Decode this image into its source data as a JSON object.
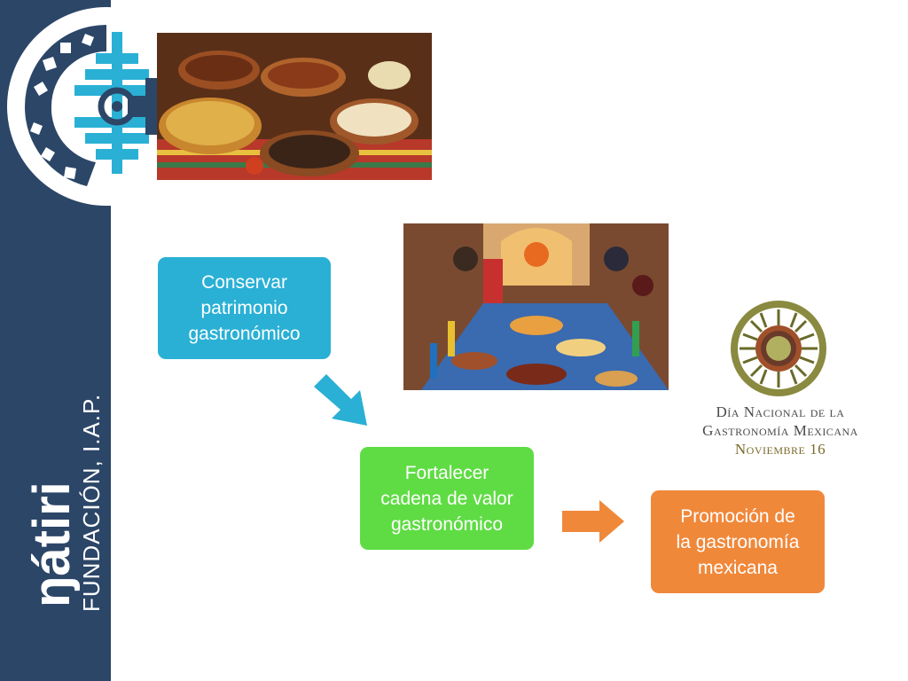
{
  "brand": {
    "name": "ŋátiri",
    "subtitle": "FUNDACIÓN, I.A.P."
  },
  "steps": [
    {
      "label": "Conservar\npatrimonio\ngastronómico",
      "color": "#2ab0d5"
    },
    {
      "label": "Fortalecer\ncadena de valor\ngastronómico",
      "color": "#5fdc44"
    },
    {
      "label": "Promoción de\nla gastronomía\nmexicana",
      "color": "#f0883a"
    }
  ],
  "emblem": {
    "line1": "Día Nacional de la",
    "line2": "Gastronomía Mexicana",
    "line3": "Noviembre 16"
  },
  "colors": {
    "sidebar": "#2c4668",
    "arrow_blue": "#2ab0d5",
    "arrow_orange": "#f0883a"
  }
}
